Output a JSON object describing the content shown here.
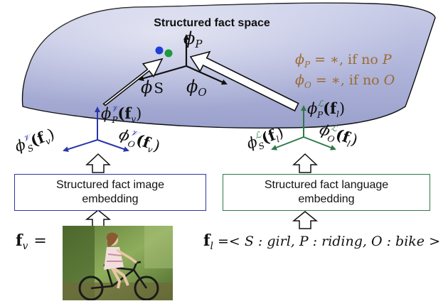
{
  "space": {
    "title": "Structured fact space",
    "phi_p": "ϕ",
    "phi_p_sub": "P",
    "phi_s": "ϕ",
    "phi_s_sub": "S",
    "phi_o": "ϕ",
    "phi_o_sub": "O",
    "dot_colors": [
      "#1f3fd8",
      "#1e9a3c"
    ],
    "surface_color": "#aab0d8"
  },
  "notes": {
    "line1": "ϕ",
    "line1_sub": "P",
    "line1_rest": " = ∗, if no ",
    "line1_var": "P",
    "line2": "ϕ",
    "line2_sub": "O",
    "line2_rest": " = ∗, if no ",
    "line2_var": "O",
    "color": "#9c6a35"
  },
  "image_branch": {
    "color": "#2a36a8",
    "phi": "ϕ",
    "sup": "𝒱",
    "p_sub": "P",
    "s_sub": "S",
    "o_sub": "O",
    "arg": "(𝐟",
    "arg_sub": "v",
    "arg_close": ")",
    "box_line1": "Structured fact image",
    "box_line2": "embedding",
    "input_var": "𝐟",
    "input_sub": "v",
    "input_eq": "="
  },
  "language_branch": {
    "color": "#2f7a46",
    "phi": "ϕ",
    "sup": "ℒ",
    "p_sub": "P",
    "s_sub": "S",
    "o_sub": "O",
    "arg": "(𝐟",
    "arg_sub": "l",
    "arg_close": ")",
    "box_line1": "Structured fact language",
    "box_line2": "embedding",
    "input_var": "𝐟",
    "input_sub": "l",
    "input_text": " =< S : girl, P : riding, O : bike >"
  }
}
